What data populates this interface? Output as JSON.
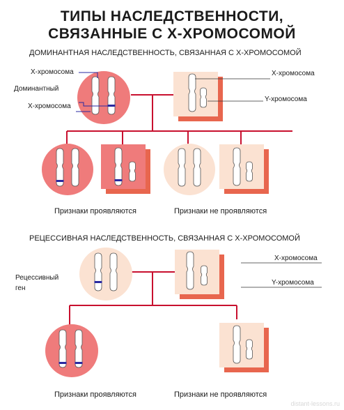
{
  "title_line1": "ТИПЫ НАСЛЕДСТВЕННОСТИ,",
  "title_line2": "СВЯЗАННЫЕ С X-ХРОМОСОМОЙ",
  "dominant": {
    "subtitle": "ДОМИНАНТНАЯ НАСЛЕДСТВЕННОСТЬ, СВЯЗАННАЯ С X-ХРОМОСОМОЙ",
    "left_label_x_top": "X-хромосома",
    "left_label_gene": "Доминантный",
    "left_label_x_bottom": "X-хромосома",
    "right_label_x": "X-хромосома",
    "right_label_y": "Y-хромосома",
    "caption_show": "Признаки проявляются",
    "caption_noshow": "Признаки не проявляются"
  },
  "recessive": {
    "subtitle": "РЕЦЕССИВНАЯ НАСЛЕДСТВЕННОСТЬ, СВЯЗАННАЯ С X-ХРОМОСОМОЙ",
    "gene_label_1": "Рецессивный",
    "gene_label_2": "ген",
    "right_label_x": "X-хромосома",
    "right_label_y": "Y-хромосома",
    "caption_show": "Признаки проявляются",
    "caption_noshow": "Признаки не проявляются"
  },
  "watermark": "distant-lessons.ru",
  "colors": {
    "line": "#c8102e",
    "female_fill": "#ef7b7b",
    "male_fill": "#fbe2d2",
    "shadow": "#e8664e",
    "gene_band": "#2a2aa0"
  }
}
